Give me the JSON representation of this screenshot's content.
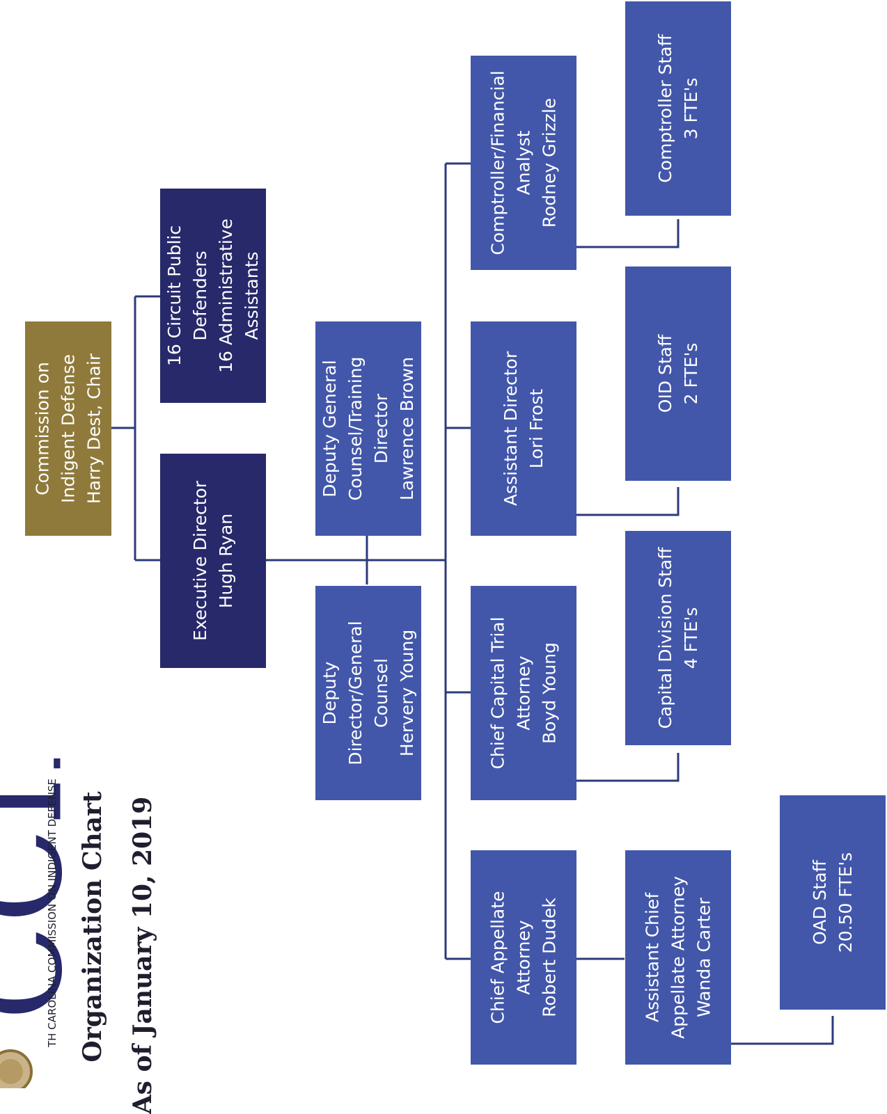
{
  "logo": {
    "letters": "SCCID",
    "org_name": "TH CAROLINA COMMISSION ON INDIGENT DEFENSE"
  },
  "title": "Organization Chart",
  "subtitle": "As of January 10, 2019",
  "colors": {
    "gold": "#8f7a3b",
    "navy": "#27296b",
    "blue": "#4257aa",
    "line": "#2c3a7a"
  },
  "nodes": {
    "commission": [
      "Commission on",
      "Indigent Defense",
      "Harry Dest, Chair"
    ],
    "circuit": [
      "16 Circuit Public",
      "Defenders",
      "16 Administrative",
      "Assistants"
    ],
    "executive": [
      "Executive Director",
      "Hugh Ryan"
    ],
    "deputy_training": [
      "Deputy General",
      "Counsel/Training",
      "Director",
      "Lawrence Brown"
    ],
    "deputy_general": [
      "Deputy",
      "Director/General",
      "Counsel",
      "Hervery Young"
    ],
    "comptroller": [
      "Comptroller/Financial",
      "Analyst",
      "Rodney Grizzle"
    ],
    "assistant_director": [
      "Assistant Director",
      "Lori Frost"
    ],
    "chief_capital": [
      "Chief Capital Trial",
      "Attorney",
      "Boyd Young"
    ],
    "chief_appellate": [
      "Chief Appellate",
      "Attorney",
      "Robert Dudek"
    ],
    "comptroller_staff": [
      "Comptroller Staff",
      "3 FTE's"
    ],
    "oid_staff": [
      "OID Staff",
      "2 FTE's"
    ],
    "capital_staff": [
      "Capital Division Staff",
      "4 FTE's"
    ],
    "asst_chief_appellate": [
      "Assistant Chief",
      "Appellate Attorney",
      "Wanda Carter"
    ],
    "oad_staff": [
      "OAD Staff",
      "20.50 FTE's"
    ]
  }
}
